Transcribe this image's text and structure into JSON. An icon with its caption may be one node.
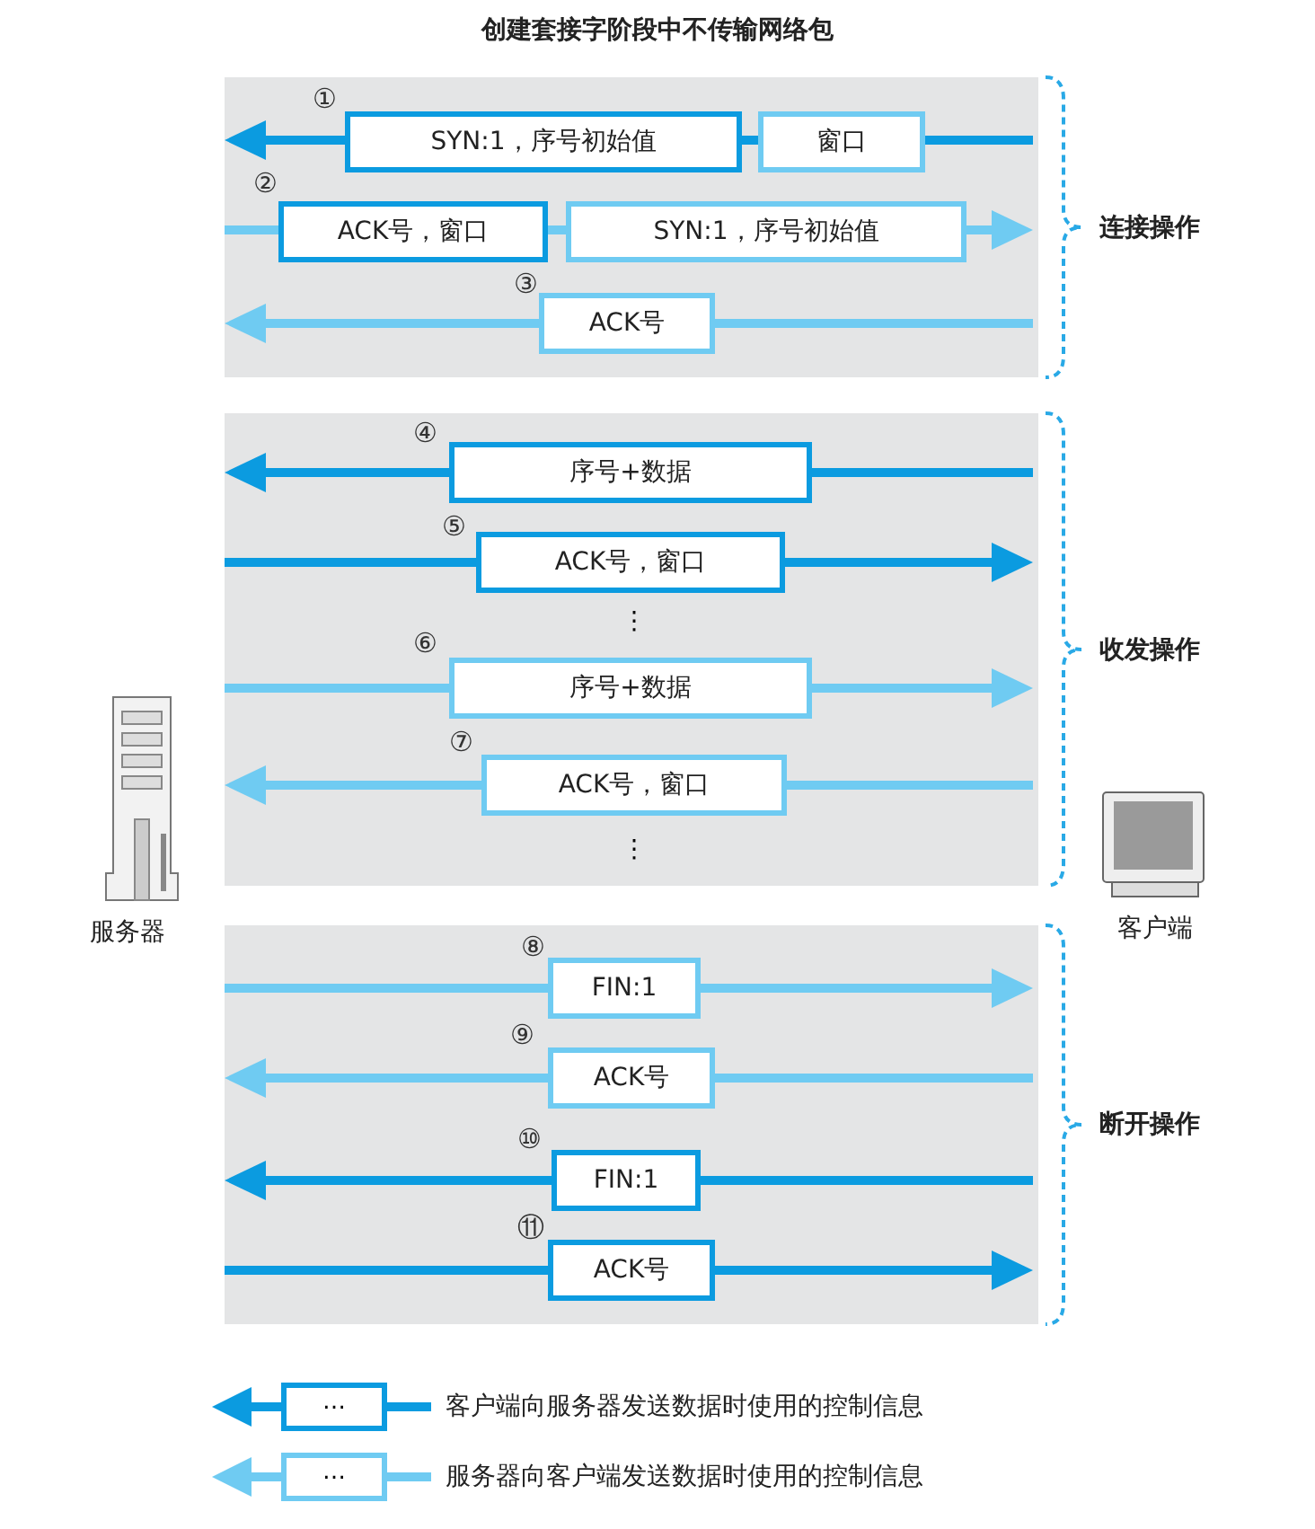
{
  "diagram": {
    "title": "创建套接字阶段中不传输网络包",
    "nodes": [
      {
        "text": [
          "连接操作"
        ]
      },
      {
        "text": [
          "SYN:1，序号初始值"
        ],
        "in": 0,
        "beside": [
          "①"
        ]
      },
      {
        "text": [
          "窗口"
        ],
        "in": 0
      },
      {
        "text": [
          "ACK号，窗口"
        ],
        "in": 0,
        "beside": [
          "②"
        ]
      },
      {
        "text": [
          "SYN:1，序号初始值"
        ],
        "in": 0
      },
      {
        "text": [
          "ACK号"
        ],
        "in": 0,
        "beside": [
          "③"
        ]
      },
      {
        "text": [
          "收发操作"
        ]
      },
      {
        "text": [
          "序号+数据"
        ],
        "in": 6,
        "beside": [
          "④"
        ]
      },
      {
        "text": [
          "ACK号，窗口"
        ],
        "in": 6,
        "beside": [
          "⑤"
        ]
      },
      {
        "text": [
          "序号+数据"
        ],
        "in": 6,
        "beside": [
          "⑥"
        ]
      },
      {
        "text": [
          "ACK号，窗口"
        ],
        "in": 6,
        "beside": [
          "⑦"
        ]
      },
      {
        "text": [
          "服务器"
        ]
      },
      {
        "text": [
          "客户端"
        ]
      },
      {
        "text": [
          "断开操作"
        ]
      },
      {
        "text": [
          "FIN:1"
        ],
        "in": 13,
        "beside": [
          "⑧"
        ]
      },
      {
        "text": [
          "ACK号"
        ],
        "in": 13,
        "beside": [
          "⑨"
        ]
      },
      {
        "text": [
          "FIN:1"
        ],
        "in": 13,
        "beside": [
          "⑩"
        ]
      },
      {
        "text": [
          "ACK号"
        ],
        "in": 13,
        "beside": [
          "⑪"
        ]
      }
    ],
    "labels": [
      "⋮",
      "⋮",
      "…",
      "…"
    ],
    "legend": [
      {
        "text": "客户端向服务器发送数据时使用的控制信息"
      },
      {
        "text": "服务器向客户端发送数据时使用的控制信息"
      }
    ]
  }
}
